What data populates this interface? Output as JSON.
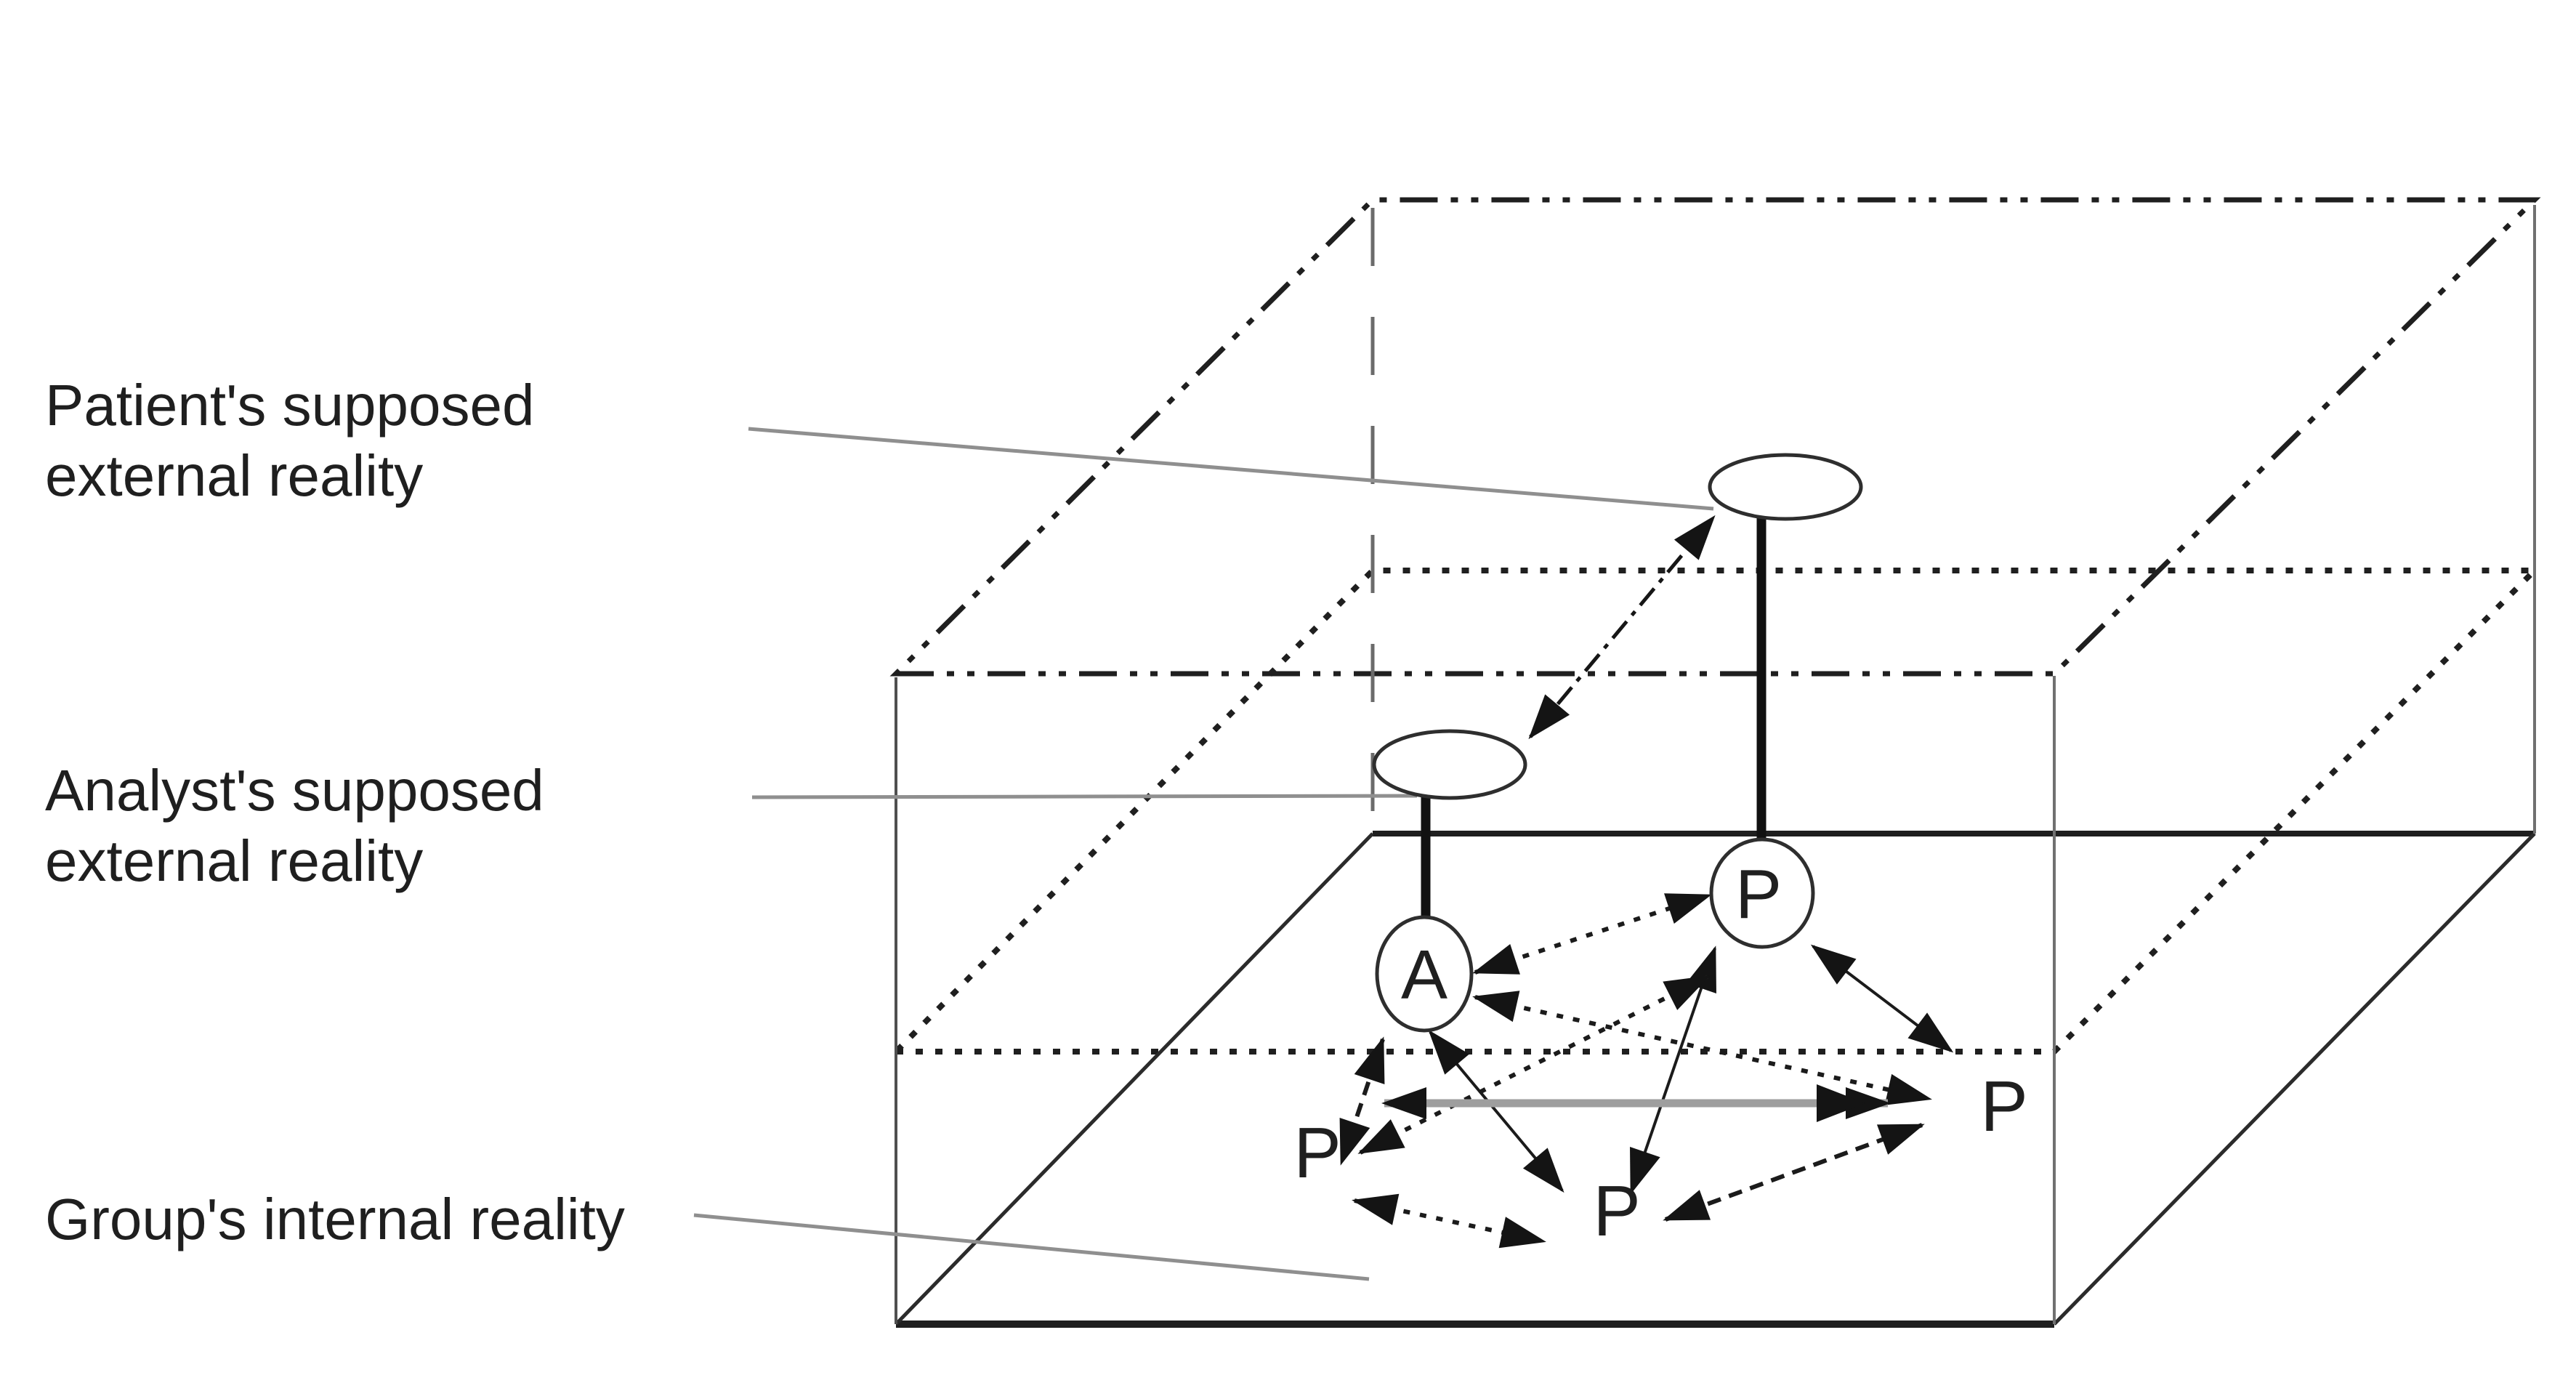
{
  "colors": {
    "background": "#ffffff",
    "ink": "#1f1f1f",
    "gray_line": "#8f8f8f",
    "arrow_gray_shaft": "#9e9e9e"
  },
  "labels": {
    "patient": {
      "line1": "Patient's supposed",
      "line2": "external reality"
    },
    "analyst": {
      "line1": "Analyst's supposed",
      "line2": "external reality"
    },
    "group": {
      "line1": "Group's internal reality"
    }
  },
  "nodes": {
    "analyst": "A",
    "patient_top": "P",
    "patient_left": "P",
    "patient_bottom": "P",
    "patient_right": "P"
  }
}
